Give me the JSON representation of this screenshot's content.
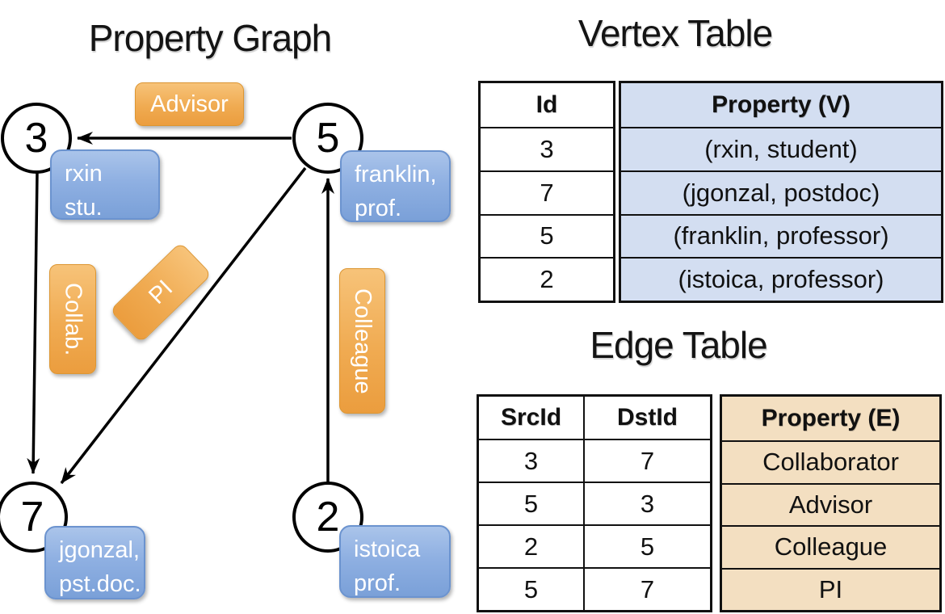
{
  "titles": {
    "graph": "Property Graph",
    "vertex_table": "Vertex Table",
    "edge_table": "Edge Table"
  },
  "colors": {
    "edge_label_orange": "#f0ab52",
    "vertex_property_blue_box": "#8fb0e2",
    "vertex_table_property_bg": "#d3def1",
    "edge_table_property_bg": "#f3dfc1",
    "line_black": "#000000",
    "text_white": "#ffffff"
  },
  "graph": {
    "nodes": [
      {
        "id": "3"
      },
      {
        "id": "5"
      },
      {
        "id": "7"
      },
      {
        "id": "2"
      }
    ],
    "node_properties": [
      {
        "line1": "rxin",
        "line2": "stu."
      },
      {
        "line1": "franklin,",
        "line2": "prof."
      },
      {
        "line1": "jgonzal,",
        "line2": "pst.doc."
      },
      {
        "line1": "istoica",
        "line2": "prof."
      }
    ],
    "edge_labels": [
      {
        "label": "Advisor"
      },
      {
        "label": "Collab."
      },
      {
        "label": "PI"
      },
      {
        "label": "Colleague"
      }
    ]
  },
  "vertex_table": {
    "headers": {
      "id": "Id",
      "property": "Property (V)"
    },
    "rows": [
      {
        "id": "3",
        "property": "(rxin, student)"
      },
      {
        "id": "7",
        "property": "(jgonzal, postdoc)"
      },
      {
        "id": "5",
        "property": "(franklin, professor)"
      },
      {
        "id": "2",
        "property": "(istoica, professor)"
      }
    ]
  },
  "edge_table": {
    "headers": {
      "src": "SrcId",
      "dst": "DstId",
      "property": "Property (E)"
    },
    "rows": [
      {
        "src": "3",
        "dst": "7",
        "property": "Collaborator"
      },
      {
        "src": "5",
        "dst": "3",
        "property": "Advisor"
      },
      {
        "src": "2",
        "dst": "5",
        "property": "Colleague"
      },
      {
        "src": "5",
        "dst": "7",
        "property": "PI"
      }
    ]
  }
}
